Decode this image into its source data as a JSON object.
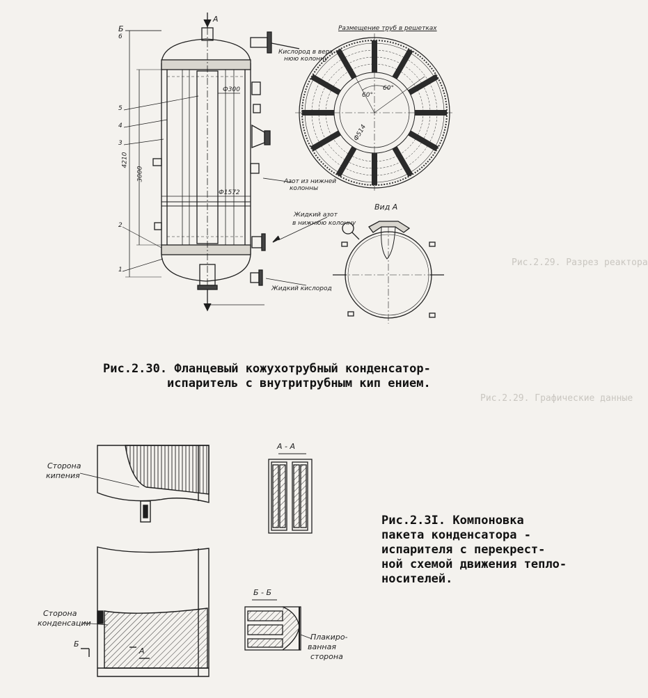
{
  "figure_2_30": {
    "caption_line1": "Рис.2.30. Фланцевый кожухотрубный конденсатор-",
    "caption_line2": "испаритель с внутритрубным кип ением.",
    "section_label_A": "А",
    "section_label_B": "Б",
    "oxygen_label_line1": "Кислород в верх-",
    "oxygen_label_line2": "нюю колонну",
    "nitrogen_out_line1": "Азот из нижней",
    "nitrogen_out_line2": "колонны",
    "liquid_nitrogen_line1": "Жидкий азот",
    "liquid_nitrogen_line2": "в нижнюю колонну",
    "liquid_bottom": "Жидкий кислород",
    "tube_layout_title": "Размещение труб в решетках",
    "view_a_title": "Вид А",
    "dim_phi300": "Ф300",
    "dim_phi1572": "Ф1572",
    "dim_4210": "4210",
    "dim_3000": "3000",
    "dim_60a": "60°",
    "dim_60b": "60°",
    "dim_phi514": "Ф514",
    "part_numbers": [
      "6",
      "5",
      "4",
      "3",
      "2",
      "1"
    ]
  },
  "figure_2_31": {
    "caption_lines": [
      "Рис.2.3I. Компоновка",
      "пакета конденсатора -",
      "испарителя с перекрест-",
      "ной схемой движения тепло-",
      "носителей."
    ],
    "boiling_side_line1": "Сторона",
    "boiling_side_line2": "кипения",
    "condensation_side_line1": "Сторона",
    "condensation_side_line2": "конденсации",
    "section_AA": "А - А",
    "section_BB": "Б - Б",
    "clad_side_line1": "Плакиро-",
    "clad_side_line2": "ванная",
    "clad_side_line3": "сторона",
    "cut_label_B": "Б",
    "cut_label_A": "А"
  },
  "show_through_text": [
    "Рис.2.29. Разрез реактора",
    "Рис.2.29. Графические данные"
  ]
}
